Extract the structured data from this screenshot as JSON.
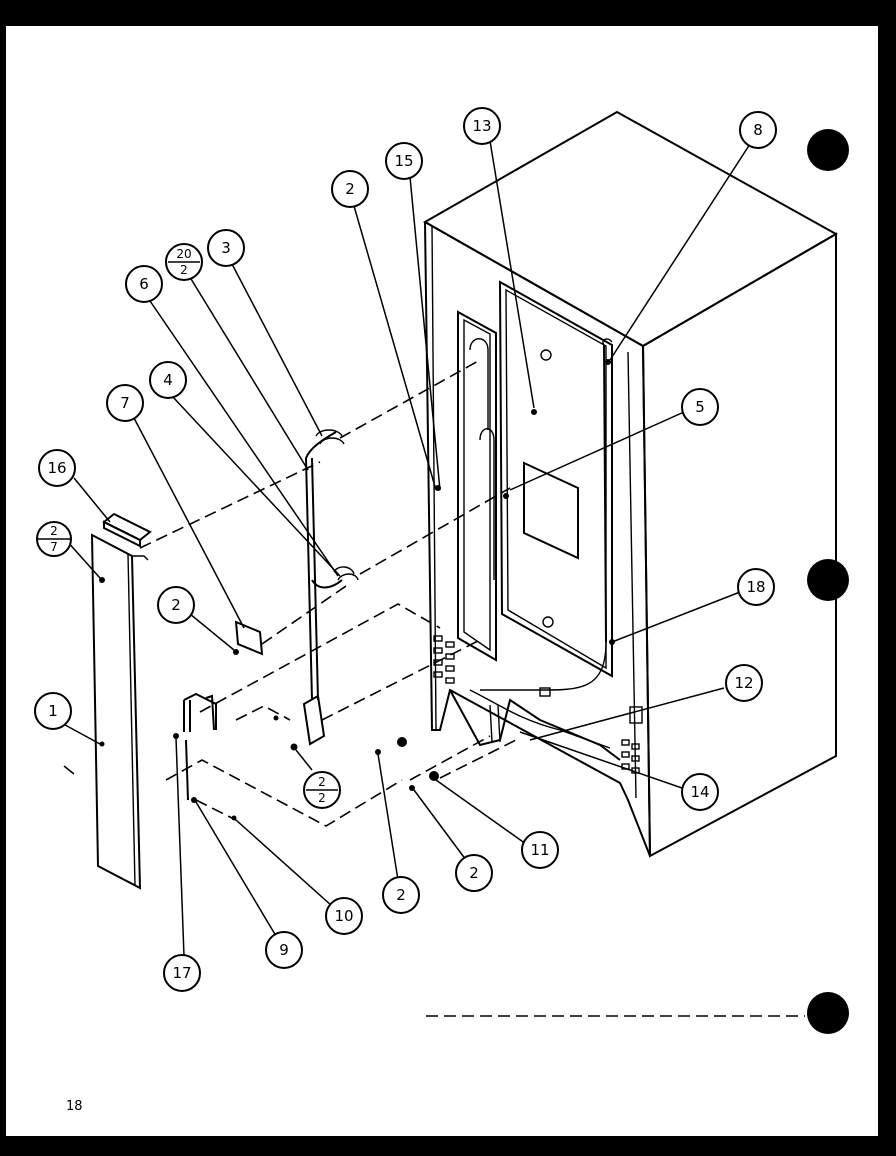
{
  "page_number": "18",
  "callouts": [
    {
      "id": "c13",
      "label": "13"
    },
    {
      "id": "c8",
      "label": "8"
    },
    {
      "id": "c15",
      "label": "15"
    },
    {
      "id": "c2a",
      "label": "2"
    },
    {
      "id": "c3",
      "label": "3"
    },
    {
      "id": "c6",
      "label": "6"
    },
    {
      "id": "c4",
      "label": "4"
    },
    {
      "id": "c7",
      "label": "7"
    },
    {
      "id": "c5",
      "label": "5"
    },
    {
      "id": "c16",
      "label": "16"
    },
    {
      "id": "c18",
      "label": "18"
    },
    {
      "id": "c2b",
      "label": "2"
    },
    {
      "id": "c12",
      "label": "12"
    },
    {
      "id": "c1",
      "label": "1"
    },
    {
      "id": "c14",
      "label": "14"
    },
    {
      "id": "c11",
      "label": "11"
    },
    {
      "id": "c2c",
      "label": "2"
    },
    {
      "id": "c2d",
      "label": "2"
    },
    {
      "id": "c10",
      "label": "10"
    },
    {
      "id": "c9",
      "label": "9"
    },
    {
      "id": "c17",
      "label": "17"
    }
  ],
  "fraction_callouts": [
    {
      "id": "f20",
      "top": "20",
      "bottom": "2"
    },
    {
      "id": "f2_7",
      "top": "2",
      "bottom": "7"
    },
    {
      "id": "f2_2",
      "top": "2",
      "bottom": "2"
    }
  ]
}
